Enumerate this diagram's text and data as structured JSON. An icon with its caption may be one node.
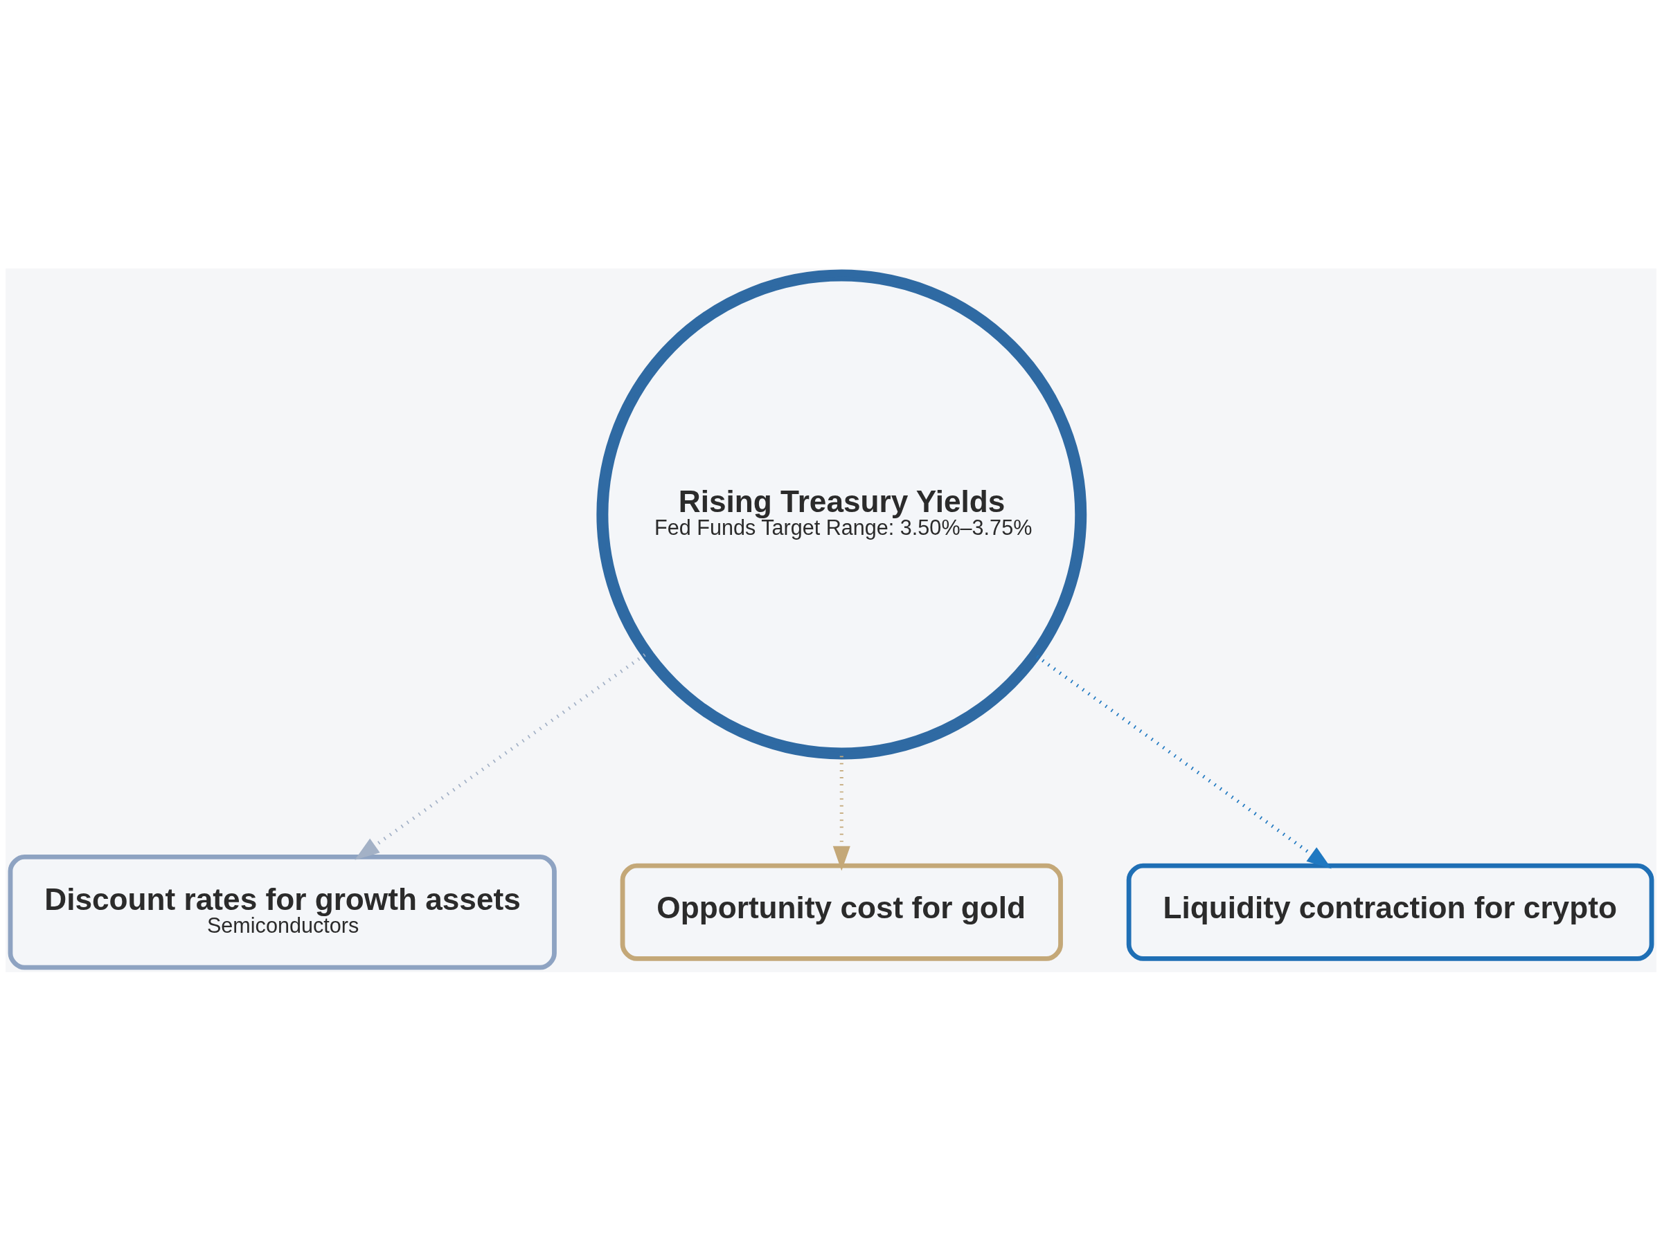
{
  "diagram": {
    "nodes": [
      {
        "text": [
          "Rising Treasury Yields",
          "Fed Funds Target Range: 3.50%–3.75%"
        ]
      },
      {
        "text": [
          "Discount rates for growth assets",
          "Semiconductors"
        ]
      },
      {
        "text": [
          "Opportunity cost for gold"
        ]
      },
      {
        "text": [
          "Liquidity contraction for crypto"
        ]
      }
    ],
    "edges": [
      {
        "from": 0,
        "to": 1,
        "arrow": "to",
        "color": "#a3b1c6"
      },
      {
        "from": 0,
        "to": 2,
        "arrow": "to",
        "color": "#c4a878"
      },
      {
        "from": 0,
        "to": 3,
        "arrow": "to",
        "color": "#1f78c1"
      }
    ]
  }
}
